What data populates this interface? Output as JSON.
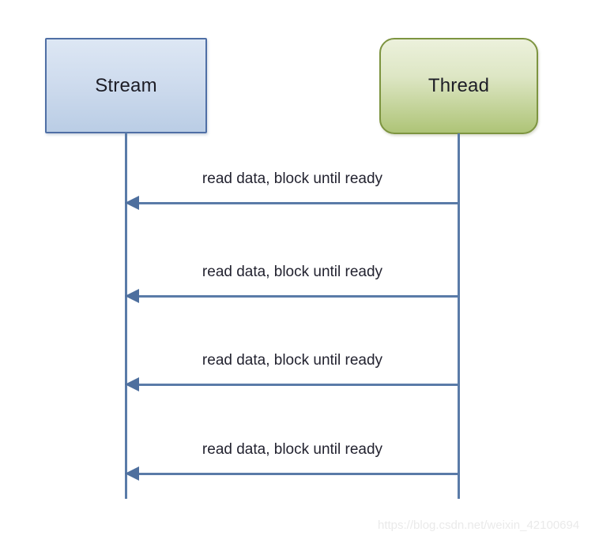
{
  "diagram": {
    "type": "uml-sequence-diagram",
    "background_color": "#ffffff",
    "participants": [
      {
        "id": "stream",
        "label": "Stream",
        "shape": "rectangle",
        "fill_top": "#dde7f4",
        "fill_bottom": "#bacde5",
        "border_color": "#4f6fa5"
      },
      {
        "id": "thread",
        "label": "Thread",
        "shape": "rounded-rectangle",
        "fill_top": "#ecf1dc",
        "fill_bottom": "#aec477",
        "border_color": "#7d9440"
      }
    ],
    "lifeline_color": "#5a7ba8",
    "messages": [
      {
        "label": "read data, block until ready",
        "from": "thread",
        "to": "stream",
        "arrow": "solid-filled-left"
      },
      {
        "label": "read data, block until ready",
        "from": "thread",
        "to": "stream",
        "arrow": "solid-filled-left"
      },
      {
        "label": "read data, block until ready",
        "from": "thread",
        "to": "stream",
        "arrow": "solid-filled-left"
      },
      {
        "label": "read data, block until ready",
        "from": "thread",
        "to": "stream",
        "arrow": "solid-filled-left"
      }
    ]
  },
  "watermark": {
    "text": "https://blog.csdn.net/weixin_42100694",
    "color": "#eaeaea"
  }
}
